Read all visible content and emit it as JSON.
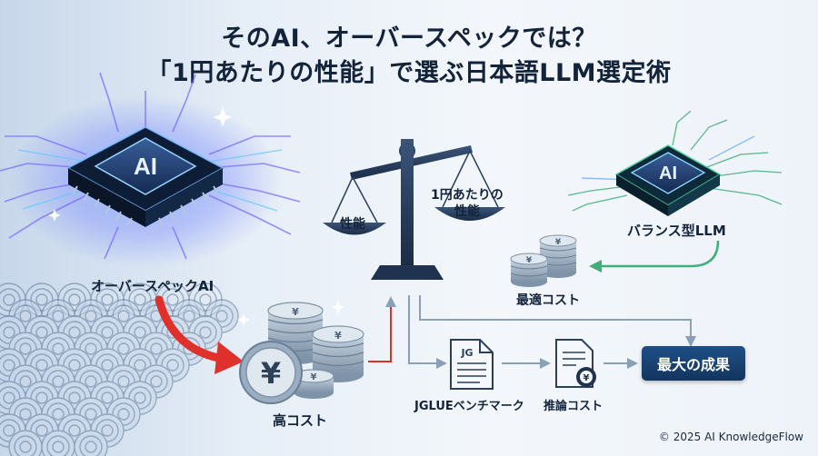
{
  "title": {
    "line1": "そのAI、オーバースペックでは？",
    "line2": "「1円あたりの性能」で選ぶ日本語LLM選定術"
  },
  "chips": {
    "left_text": "AI",
    "right_text": "AI"
  },
  "labels": {
    "overspec_ai": "オーバースペックAI",
    "high_cost": "高コスト",
    "performance": "性能",
    "perf_per_yen_line1": "1円あたりの",
    "perf_per_yen_line2": "性能",
    "balanced_llm": "バランス型LLM",
    "optimal_cost": "最適コスト",
    "jglue": "JGLUEベンチマーク",
    "inference_cost": "推論コスト",
    "max_result": "最大の成果",
    "doc_icon_text": "JG",
    "coin_symbol": "¥"
  },
  "footer": {
    "copyright": "© 2025 AI KnowledgeFlow"
  },
  "colors": {
    "navy": "#13355e",
    "red_arrow": "#e0302b",
    "green_arrow": "#3fae78",
    "gray_arrow": "#8aa0b8",
    "coin": "#8fa4ba"
  }
}
